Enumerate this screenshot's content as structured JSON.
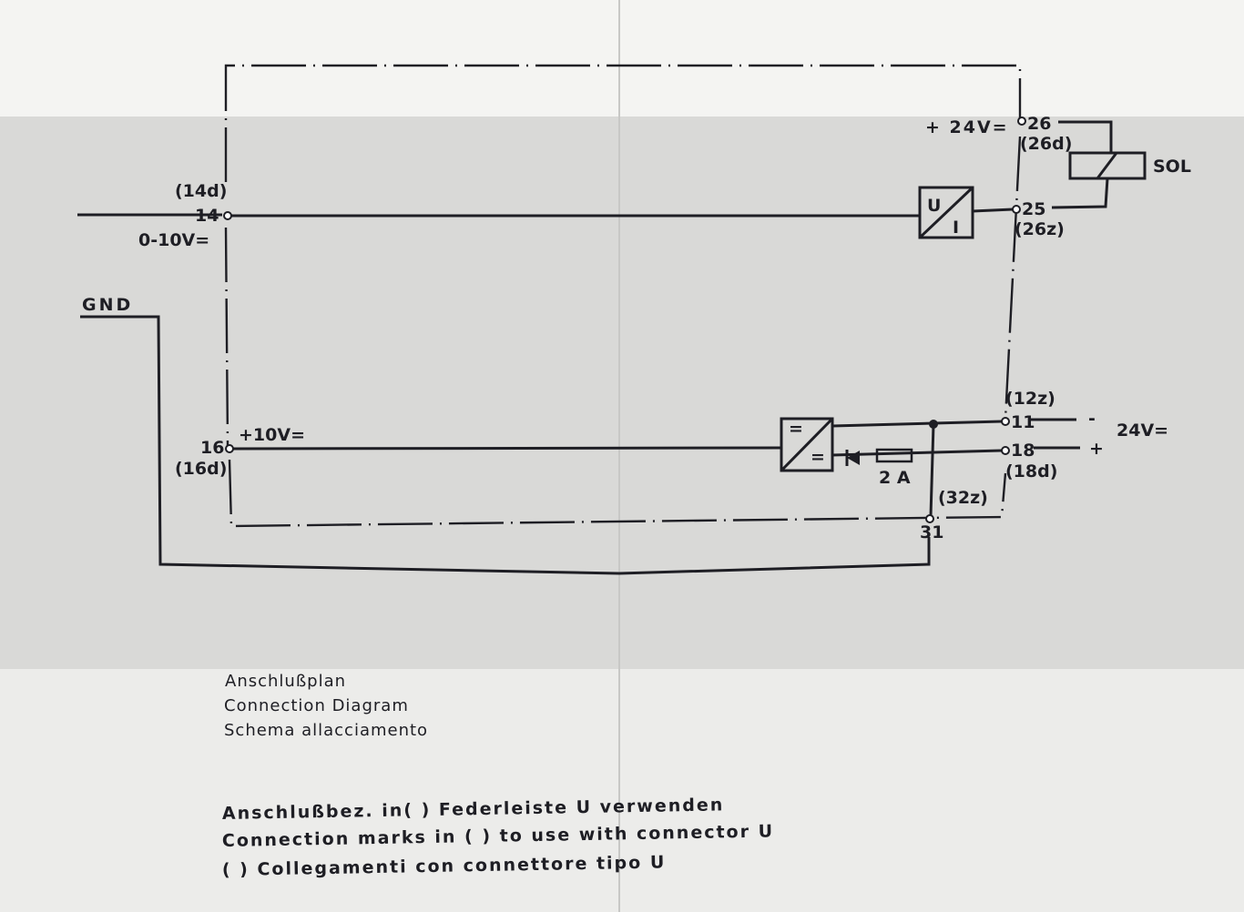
{
  "diagram": {
    "terminals": {
      "t14": "14",
      "t14d": "(14d)",
      "in_voltage": "0-10V=",
      "gnd": "GND",
      "t16": "16",
      "t16d": "(16d)",
      "ref_voltage": "+10V=",
      "supply_top": "+ 24V=",
      "t26": "26",
      "t26d": "(26d)",
      "t25": "25",
      "t26z": "(26z)",
      "sol": "SOL",
      "t12z": "(12z)",
      "t11": "11",
      "t18": "18",
      "t18d": "(18d)",
      "minus": "-",
      "plus": "+",
      "supply_right": "24V=",
      "t32z": "(32z)",
      "t31": "31",
      "fuse": "2 A"
    },
    "blocks": {
      "ui_converter_top": "U",
      "ui_converter_bottom": "I",
      "dcdc_top": "=",
      "dcdc_bottom": "="
    },
    "title": [
      "Anschlußplan",
      "Connection Diagram",
      "Schema allacciamento"
    ],
    "notes": [
      "Anschlußbez. in( )    Federleiste U verwenden",
      "Connection  marks in ( ) to use with connector U",
      "( ) Collegamenti  con  connettore tipo  U"
    ]
  }
}
